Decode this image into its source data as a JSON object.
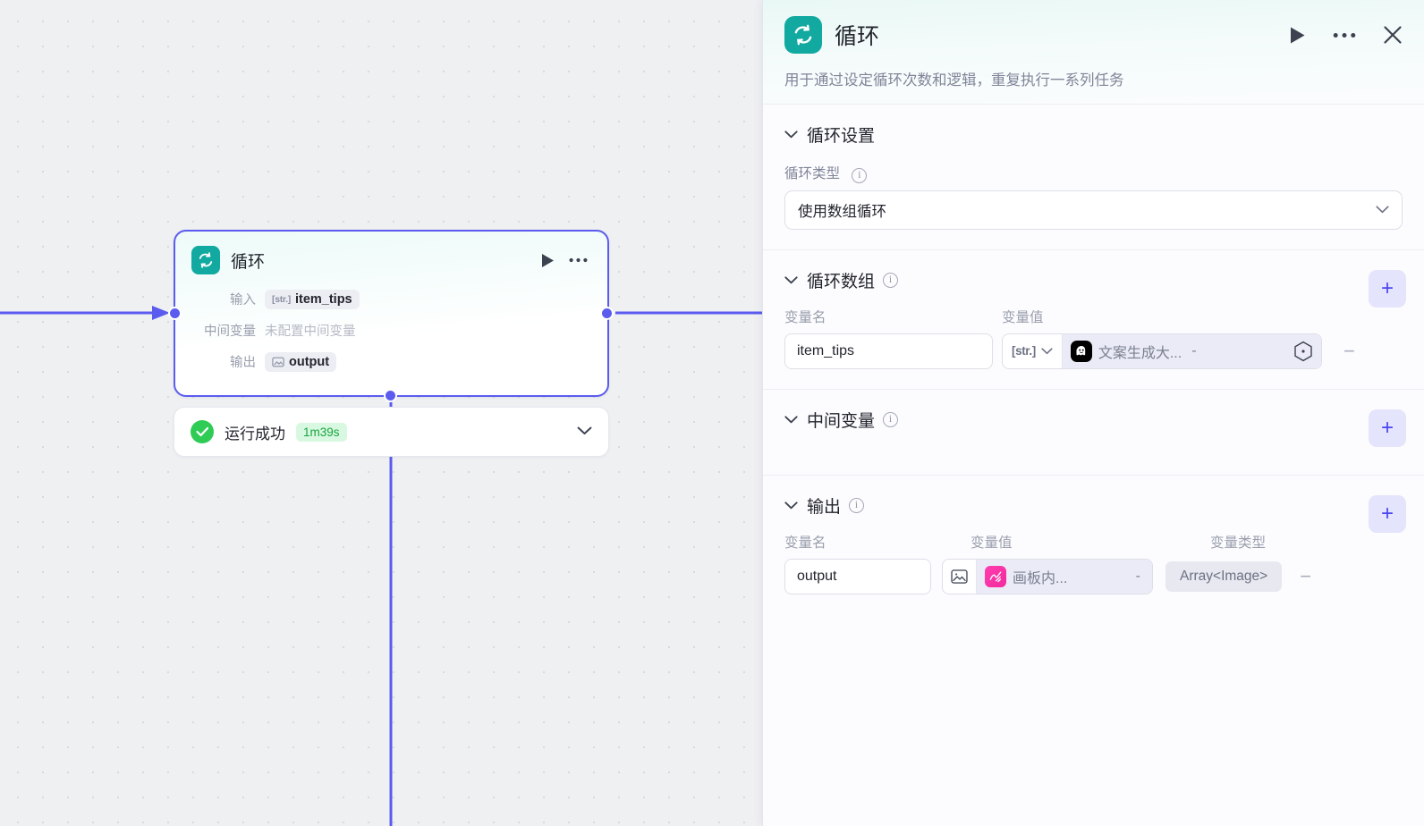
{
  "canvas": {
    "node": {
      "icon": "loop-icon",
      "title": "循环",
      "rows": [
        {
          "key": "输入",
          "tag": "[str.]",
          "chip": "item_tips",
          "empty": null
        },
        {
          "key": "中间变量",
          "tag": null,
          "chip": null,
          "empty": "未配置中间变量"
        },
        {
          "key": "输出",
          "tag": "[img]",
          "chip": "output",
          "empty": null
        }
      ]
    },
    "status": {
      "icon": "check-circle-icon",
      "label": "运行成功",
      "duration": "1m39s",
      "chevron": "chevron-down-icon"
    }
  },
  "panel": {
    "header": {
      "icon": "loop-icon",
      "title": "循环",
      "description": "用于通过设定循环次数和逻辑，重复执行一系列任务",
      "actions": {
        "run": "play-icon",
        "more": "ellipsis-icon",
        "close": "close-icon"
      }
    },
    "loop_settings": {
      "title": "循环设置",
      "type_label": "循环类型",
      "type_value": "使用数组循环"
    },
    "loop_array": {
      "title": "循环数组",
      "add_label": "+",
      "columns": [
        "变量名",
        "变量值"
      ],
      "row": {
        "name": "item_tips",
        "type": "[str.]",
        "ref_name": "文案生成大...",
        "ref_dash": "-",
        "remove_label": "−"
      }
    },
    "intermediate": {
      "title": "中间变量",
      "add_label": "+"
    },
    "output": {
      "title": "输出",
      "add_label": "+",
      "columns": [
        "变量名",
        "变量值",
        "变量类型"
      ],
      "row": {
        "name": "output",
        "ref_name": "画板内...",
        "ref_dash": "-",
        "type_badge": "Array<Image>",
        "remove_label": "−"
      }
    }
  },
  "colors": {
    "accent": "#5b5bef",
    "loop_teal": "#11a9a0",
    "success_green": "#2ecc55",
    "pink": "#f22a9d"
  }
}
